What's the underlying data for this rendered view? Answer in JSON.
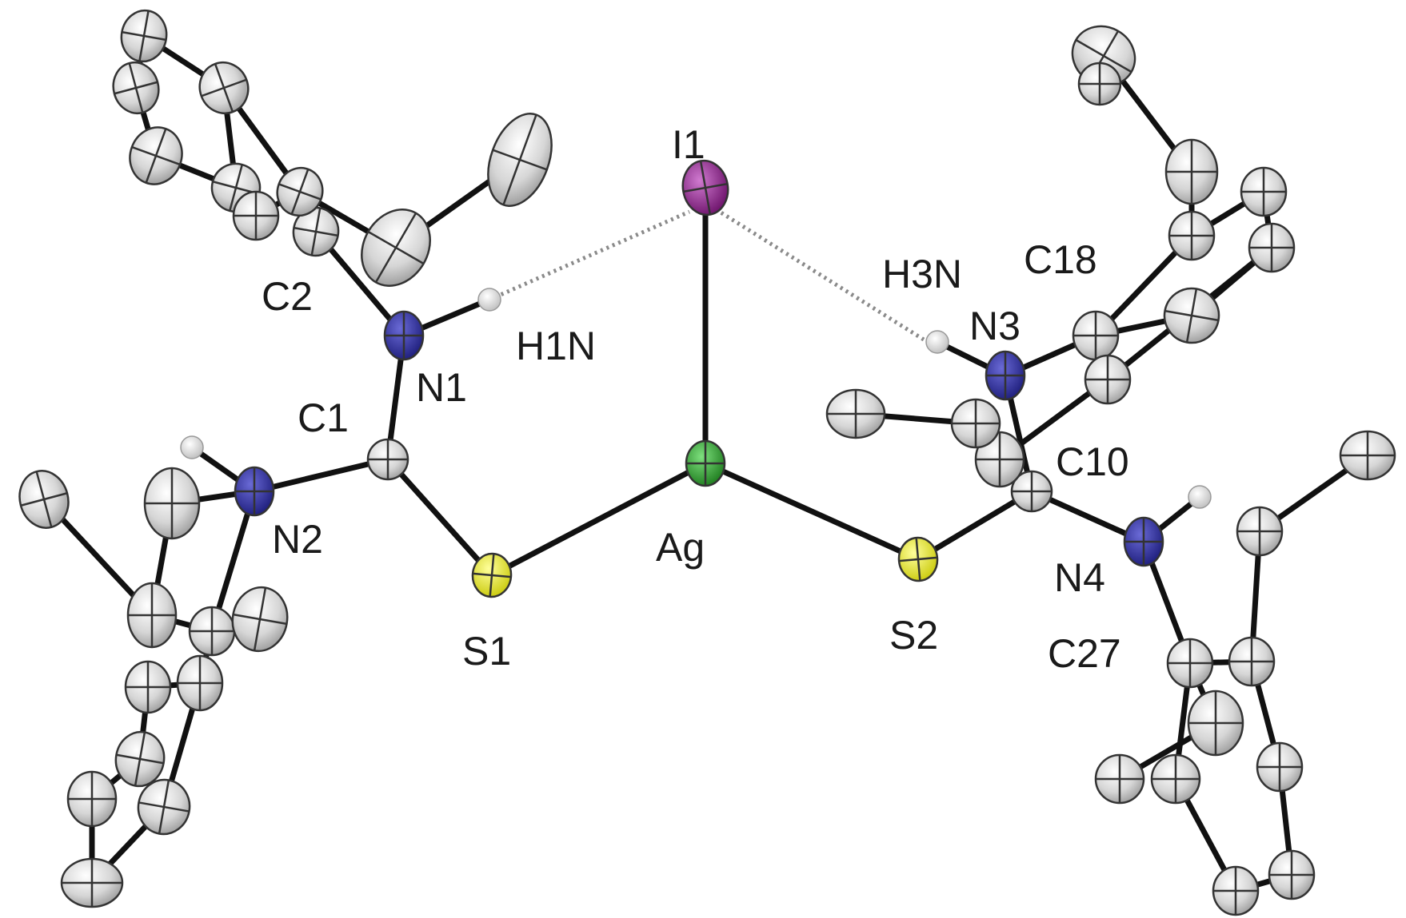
{
  "labels": {
    "I1": "I1",
    "Ag": "Ag",
    "S1": "S1",
    "S2": "S2",
    "N1": "N1",
    "N2": "N2",
    "N3": "N3",
    "N4": "N4",
    "C1": "C1",
    "C2": "C2",
    "C10": "C10",
    "C18": "C18",
    "C27": "C27",
    "H1N": "H1N",
    "H3N": "H3N"
  },
  "colors": {
    "iodine": "#9b2a94",
    "silver": "#2e9a2e",
    "sulfur": "#e6e62a",
    "nitrogen": "#2a2a9e",
    "carbon": "#d9d9d9",
    "hydrogen": "#e8e8e8",
    "bond": "#111111",
    "hydrogen_bond": "#8a8a8a"
  }
}
